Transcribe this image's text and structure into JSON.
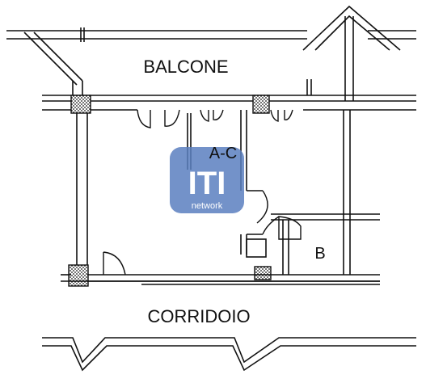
{
  "rooms": {
    "balcony": "BALCONE",
    "corridor": "CORRIDOIO",
    "room_b": "B",
    "label_ac": "A-C"
  },
  "watermark": {
    "brand": "ITI",
    "subtitle": "network",
    "color": "#5a7fc0"
  },
  "colors": {
    "line": "#111111",
    "background": "#ffffff"
  }
}
